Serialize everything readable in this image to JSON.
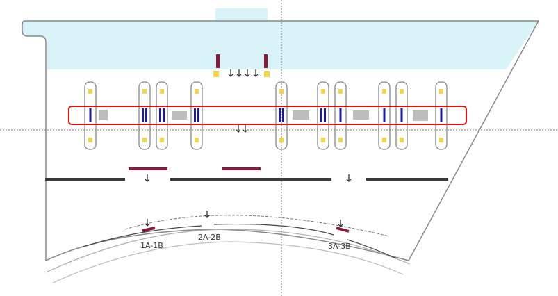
{
  "colors": {
    "sky": "#d9f4f9",
    "outline": "#888888",
    "pillar_dot": "#f2d64b",
    "blue_bar": "#1a1aa8",
    "gray_box": "#bdbdbd",
    "maroon": "#8b1a3a",
    "dark_line": "#3a3a3a",
    "highlight": "#e01010",
    "guide": "#777777"
  },
  "gates": {
    "left": "1A-1B",
    "middle": "2A-2B",
    "right": "3A-3B"
  },
  "icons": {
    "arrow": "arrow-down-icon"
  }
}
